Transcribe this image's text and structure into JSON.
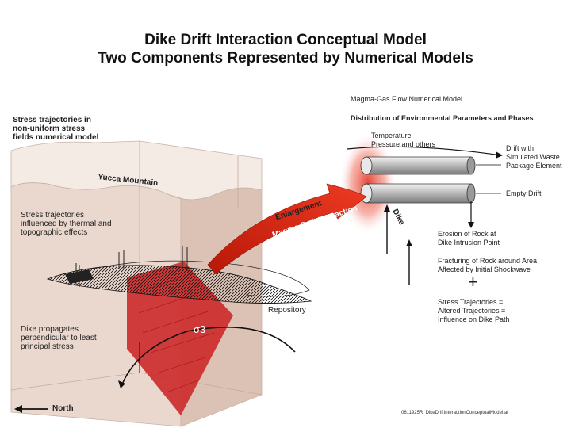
{
  "title": {
    "line1": "Dike Drift Interaction Conceptual Model",
    "line2": "Two Components Represented by Numerical Models"
  },
  "labels": {
    "stress_nonuniform": [
      "Stress trajectories in",
      "non-uniform stress",
      "fields numerical model"
    ],
    "yucca_mountain": "Yucca Mountain",
    "stress_thermal": [
      "Stress trajectories",
      "influenced by thermal and",
      "topographic effects"
    ],
    "dike_propagates": [
      "Dike propagates",
      "perpendicular to least",
      "principal stress"
    ],
    "sigma3": "σ3",
    "repository": "Repository",
    "north": "North",
    "enlargement": "Enlargement",
    "magma_drift": "Magma-Drift Interaction",
    "dike": "Dike",
    "magma_gas_model": "Magma-Gas Flow Numerical Model",
    "distribution": "Distribution of Environmental Parameters and Phases",
    "temperature": [
      "Temperature",
      "Pressure and others"
    ],
    "drift_with_waste": [
      "Drift with",
      "Simulated Waste",
      "Package Element"
    ],
    "empty_drift": "Empty Drift",
    "erosion": [
      "Erosion of Rock at",
      "Dike Intrusion Point"
    ],
    "fracturing": [
      "Fracturing of Rock around Area",
      "Affected by Initial Shockwave"
    ],
    "plus": "+",
    "stress_altered": [
      "Stress Trajectories =",
      "Altered Trajectories =",
      "Influence on Dike Path"
    ],
    "filename": "0611925R_DikeDriftInteractionConceptualModel.ai"
  },
  "colors": {
    "block_top": "#f4ebe5",
    "block_front": "#e9d6cc",
    "block_side": "#d9bfb2",
    "dike_red": "#cc2222",
    "arrow_red": "#e02a1a",
    "drift_gray": "#bdbdbd"
  }
}
